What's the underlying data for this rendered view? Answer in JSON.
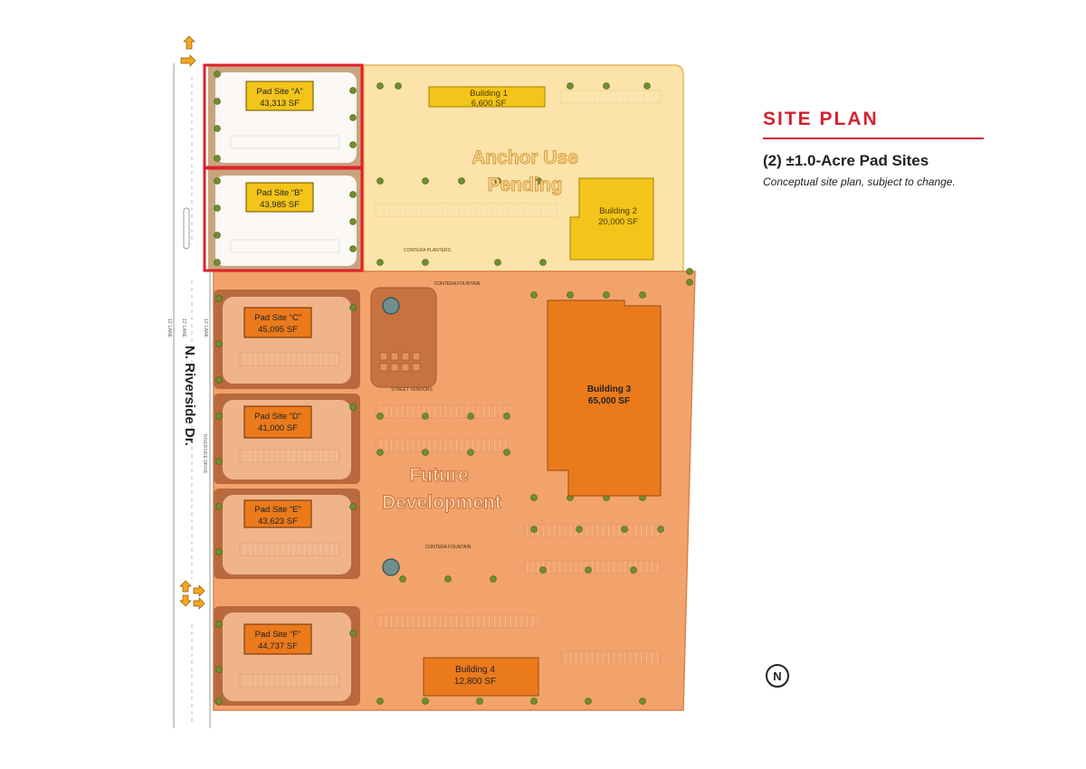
{
  "panel": {
    "title": "SITE PLAN",
    "subtitle": "(2) ±1.0-Acre Pad Sites",
    "note": "Conceptual site plan, subject to change."
  },
  "street": {
    "name": "N. Riverside Dr.",
    "lane_label": "12' LANE",
    "lane_label_2": "12' LANE",
    "lane_label_3": "12' LANE",
    "side_label": "RIVERSIDE DRIVE"
  },
  "north_arrow": {
    "label": "N"
  },
  "zones": {
    "anchor": "Anchor Use Pending",
    "anchor_line1": "Anchor Use",
    "anchor_line2": "Pending",
    "future_line1": "Future",
    "future_line2": "Development"
  },
  "pads": [
    {
      "name": "Pad Site “A”",
      "area": "43,313 SF",
      "highlighted": true
    },
    {
      "name": "Pad Site “B”",
      "area": "43,985 SF",
      "highlighted": true
    },
    {
      "name": "Pad Site “C”",
      "area": "45,095 SF",
      "highlighted": false
    },
    {
      "name": "Pad Site “D”",
      "area": "41,000 SF",
      "highlighted": false
    },
    {
      "name": "Pad Site “E”",
      "area": "43,623 SF",
      "highlighted": false
    },
    {
      "name": "Pad Site “F”",
      "area": "44,737 SF",
      "highlighted": false
    }
  ],
  "buildings": [
    {
      "name": "Building 1",
      "area": "6,600 SF"
    },
    {
      "name": "Building 2",
      "area": "20,000 SF"
    },
    {
      "name": "Building 3",
      "area": "65,000 SF"
    },
    {
      "name": "Building 4",
      "area": "12,800 SF"
    }
  ],
  "features": {
    "fountain_1": "CONTERA FOUNTAIN",
    "fountain_2": "CONTERA FOUNTAIN",
    "planters": "CONTERA PLANTERS",
    "vendors": "STREET VENDORS"
  },
  "colors": {
    "highlight": "#e0202a",
    "anchor_fill": "#fbe3a9",
    "future_fill": "#f2a36b",
    "pad_lot_fill": "#c97a4c",
    "building_gold": "#f3c419",
    "building_orange": "#ea7a1c",
    "tree": "#6e8f2e",
    "accent_red": "#d3232f"
  }
}
